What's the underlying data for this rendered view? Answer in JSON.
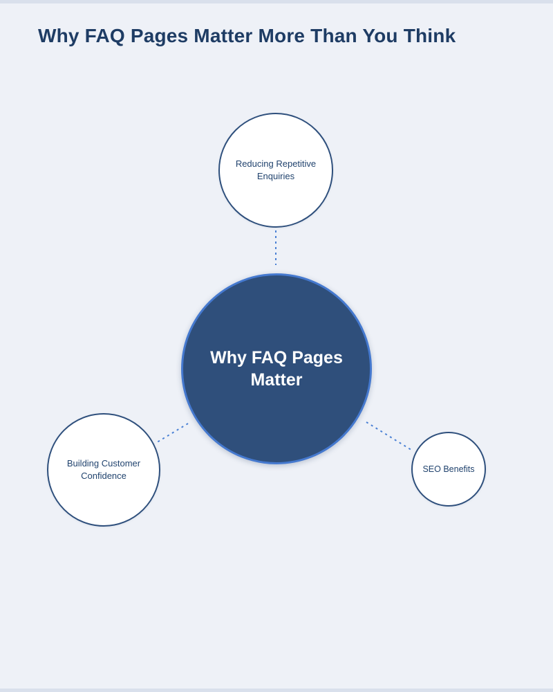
{
  "page": {
    "title": "Why FAQ Pages Matter More Than You Think"
  },
  "diagram": {
    "center": {
      "label": "Why FAQ Pages Matter"
    },
    "nodes": [
      {
        "id": "top",
        "label": "Reducing Repetitive Enquiries"
      },
      {
        "id": "left",
        "label": "Building Customer Confidence"
      },
      {
        "id": "right",
        "label": "SEO Benefits"
      }
    ],
    "colors": {
      "background": "#eef1f7",
      "title_text": "#1e3c64",
      "center_fill": "#2f4f7b",
      "center_ring": "#4579cf",
      "satellite_border": "#2e4f7c",
      "satellite_text": "#21436e",
      "connector": "#4a80d4"
    }
  }
}
